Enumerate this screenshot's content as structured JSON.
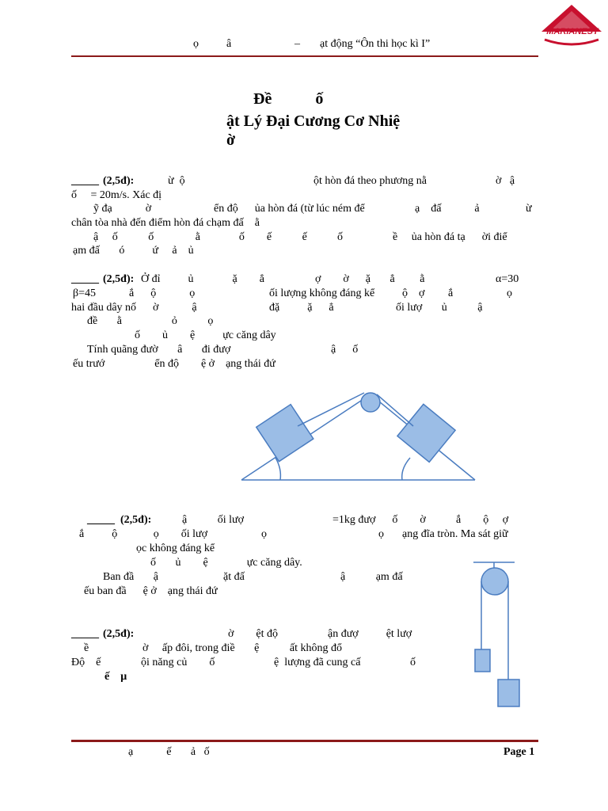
{
  "logo": {
    "text": "MARIANEST",
    "color": "#c8102e"
  },
  "header": {
    "left": "ọ          â",
    "dash": "–",
    "right": "ạt động “Ôn thi học kì I”"
  },
  "title": {
    "line1": "Đề           ố",
    "line2": "ật Lý Đại Cương Cơ Nhiệ",
    "line3": "ờ"
  },
  "q1": {
    "num": "_____",
    "score": "(2,5đ):",
    "l1a": "ừ  ộ",
    "l1b": "ột hòn đá theo phương nằ",
    "l1c": "ờ   ậ",
    "l2": "ố     = 20m/s. Xác đị",
    "l3a": "ỹ đạ            ờ",
    "l3b": "ển độ      ủa hòn đá (từ lúc ném để",
    "l3c": "ạ    đấ            ả",
    "l3d": "ừ",
    "l4": "chân tòa nhà đến điểm hòn đá chạm đấ    ằ",
    "l5a": "ậ     ố           ố               ằ              ố        ế           ế",
    "l5b": "ố",
    "l5c": "ề     ủa hòn đá tạ      ời điể",
    "l6": "ạm đấ       ó          ứ     ả    ủ"
  },
  "q2": {
    "num": "_____",
    "score": "(2,5đ):",
    "l1a": "Ở đỉ          ủ              ặ        ẳ",
    "l1b": "ợ        ờ      ặ       ẳ         ằ",
    "l1c": "α=30",
    "l2a": "β=45            ắ      ộ            ọ",
    "l2b": "ối lượng không đáng kể",
    "l2c": "ộ    ợ",
    "l2d": "ắ",
    "l2e": "ọ",
    "l3a": "hai đầu dây nố      ờ            ậ",
    "l3b": "đặ          ặ      ẳ",
    "l3c": "ối lượ       ủ           ậ",
    "l4": "đề       ằ                  ỏ           ọ",
    "l5": "ố        ủ        ệ          ực căng dây",
    "l6a": "Tính quãng đườ       â       đi đượ",
    "l6b": "ậ      ố",
    "l7": "ếu trướ                  ển độ        ệ ở    ạng thái đứ"
  },
  "q3": {
    "num": "_____",
    "score": "(2,5đ):",
    "l1a": "ậ           ối lượ",
    "l1b": "=1kg đượ      ố        ờ",
    "l1c": "ắ        ộ     ợ",
    "l2a": "ắ          ộ             ọ        ối lượ",
    "l2b": "ọ",
    "l2c": "ọ",
    "l2d": "ạng đĩa tròn. Ma sát giữ",
    "l3": "ọc không đáng kể",
    "l4": "ố       ủ        ệ              ực căng dây.",
    "l5a": "Ban đầ       ậ",
    "l5b": "ặt đấ",
    "l5c": "ậ           ạm đấ",
    "l6": "ếu ban đầ      ệ ở    ạng thái đứ"
  },
  "q4": {
    "num": "_____",
    "score": "(2,5đ):",
    "l1a": "ờ        ệt độ",
    "l1b": "ận đượ          ệt lượ",
    "l2a": "ề",
    "l2b": "ờ     ấp đôi, trong điề       ệ           ất không đổ",
    "l3a": "Độ    ế",
    "l3b": "ội năng củ        ố",
    "l3c": "ệ  lượng đã cung cấ",
    "l3d": "ố",
    "l4": "ế    μ"
  },
  "footer": {
    "left": "ạ            ế       ả   ố",
    "right": "Page 1"
  },
  "colors": {
    "box_fill": "#9bbde6",
    "box_stroke": "#4a7cc0",
    "rule": "#8b1a1a"
  }
}
